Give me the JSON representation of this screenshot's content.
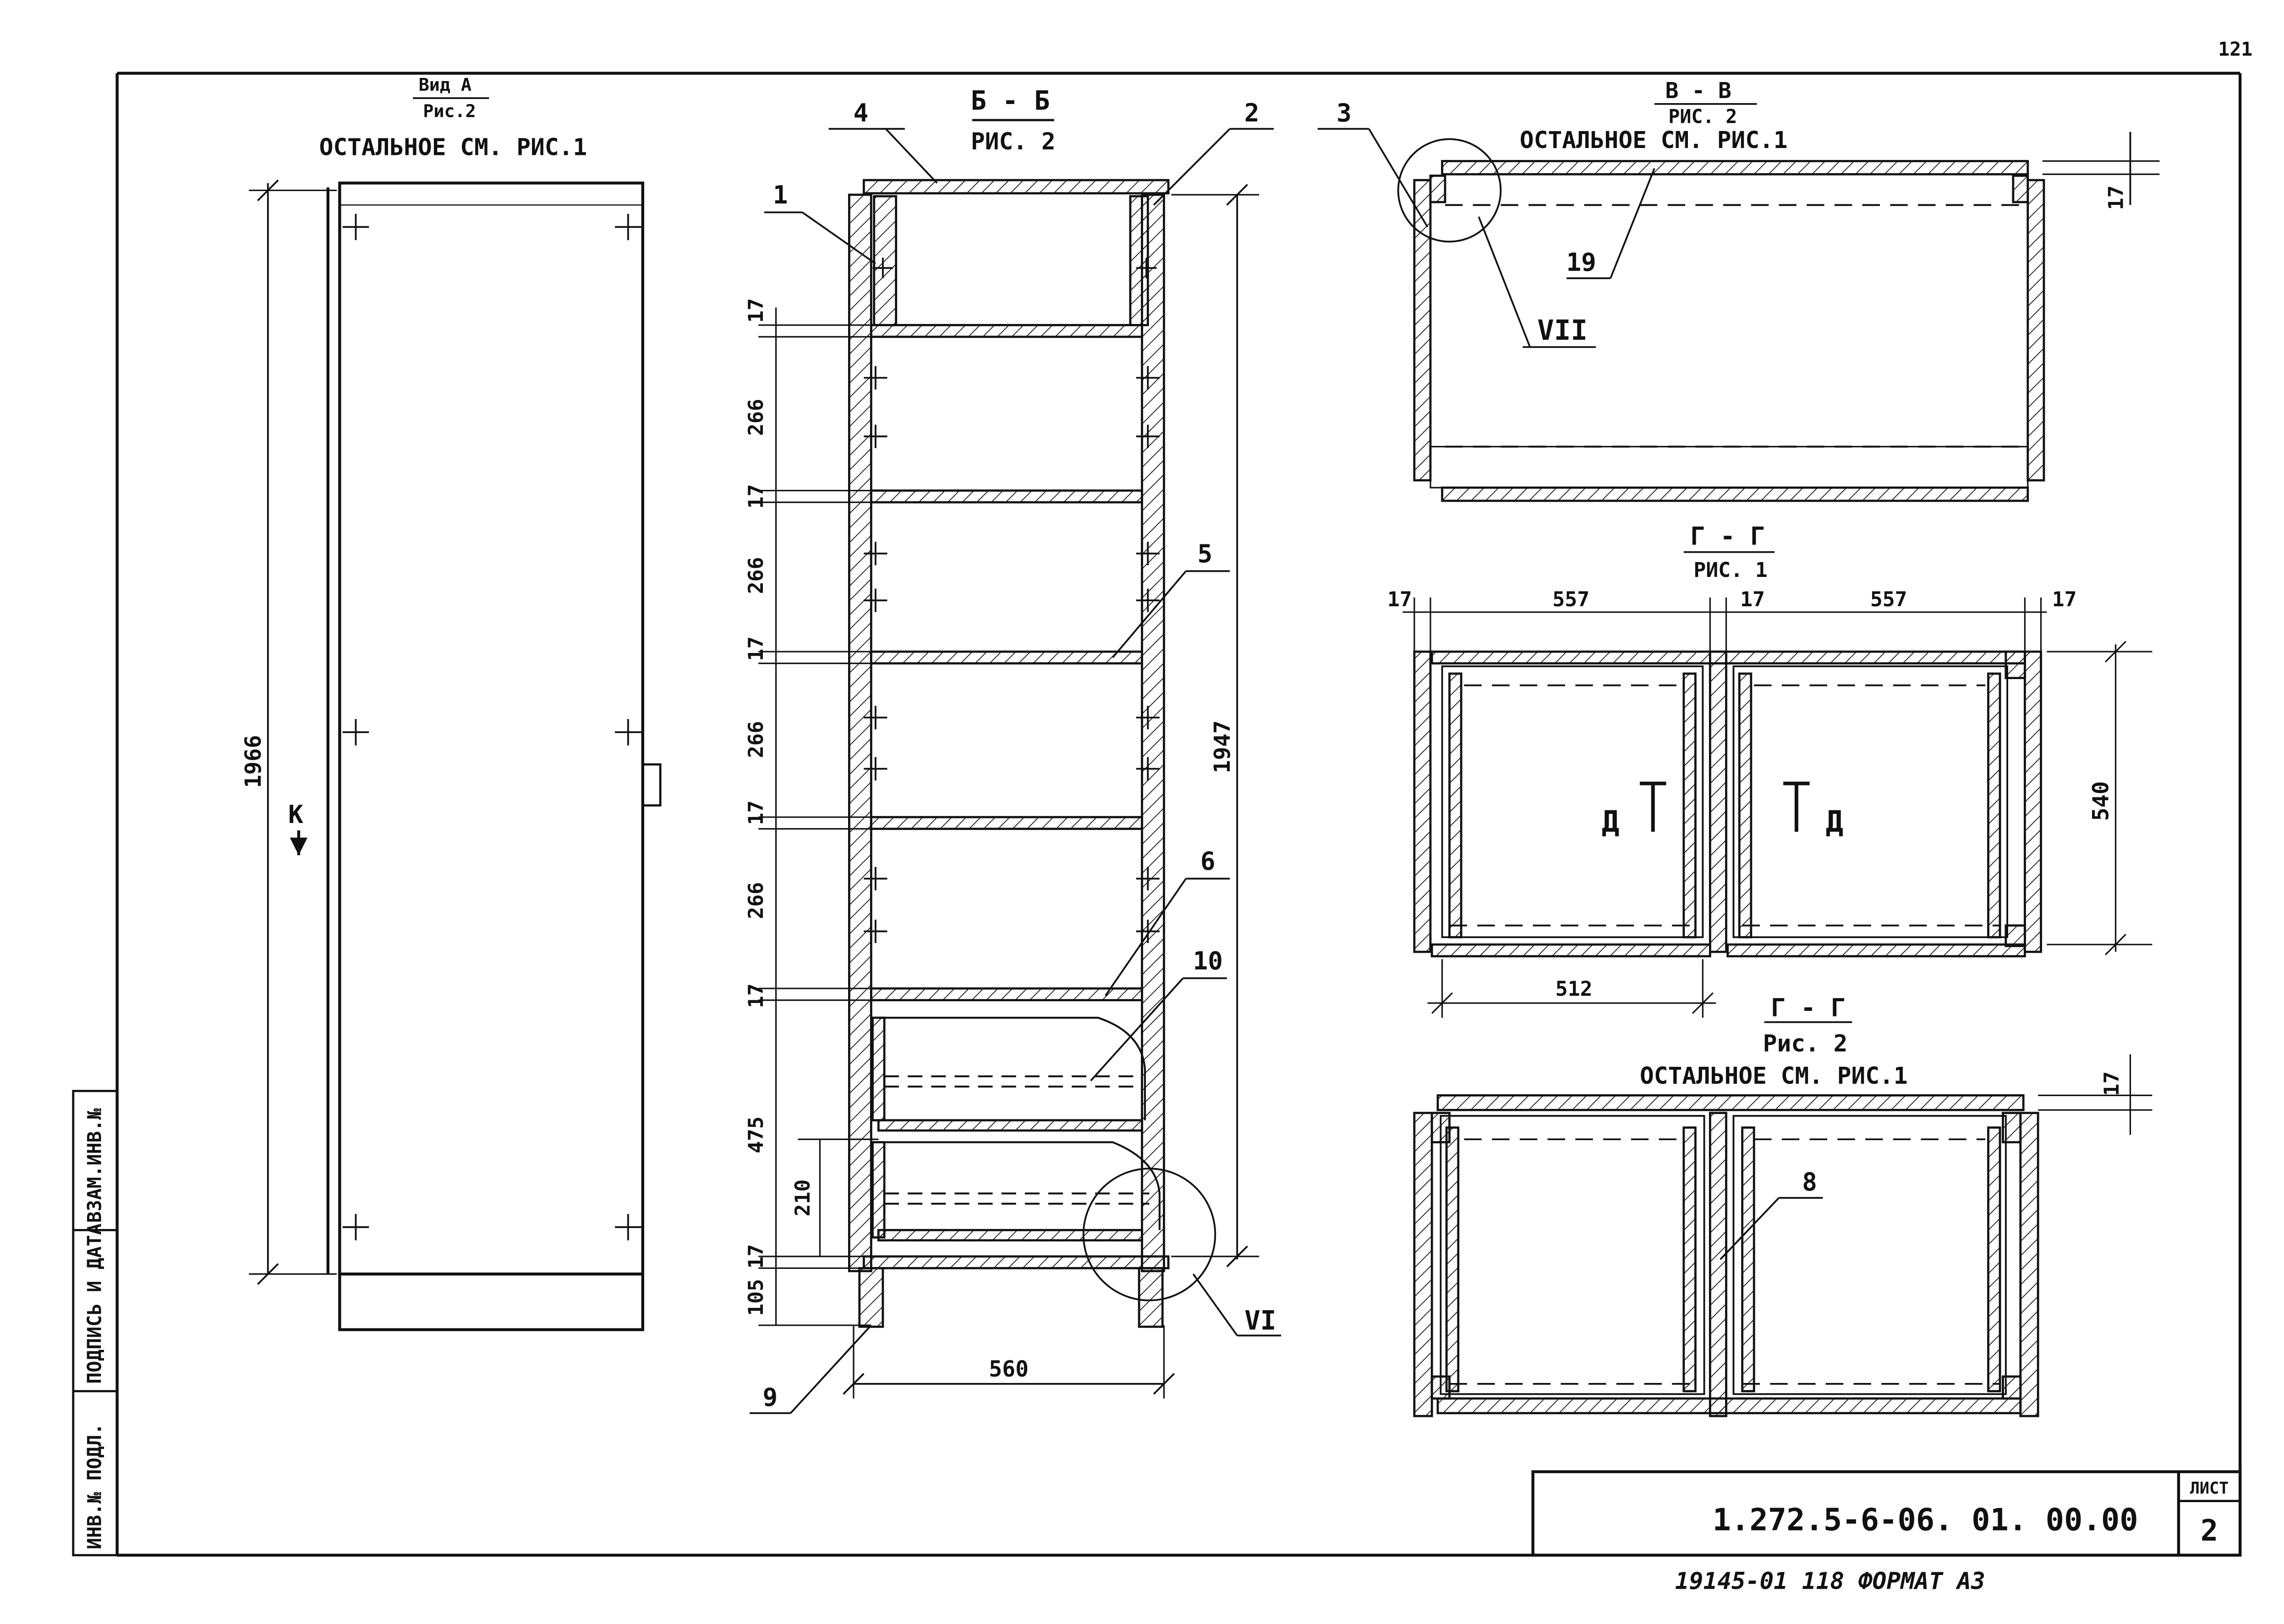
{
  "views": {
    "view_a": {
      "title": "Вид А",
      "ref": "Рис.2",
      "note": "ОСТАЛЬНОЕ СМ. РИС.1",
      "height_dim": "1966",
      "arrow_label": "К"
    },
    "section_bb": {
      "title": "Б - Б",
      "ref": "РИС. 2",
      "dims_vertical": [
        "17",
        "266",
        "17",
        "266",
        "17",
        "266",
        "17",
        "266",
        "17",
        "475",
        "210",
        "17",
        "105"
      ],
      "overall_height": "1947",
      "width_dim": "560",
      "detail": "VI"
    },
    "section_vv": {
      "title": "В - В",
      "ref": "РИС. 2",
      "note": "ОСТАЛЬНОЕ СМ. РИС.1",
      "dim_right": "17",
      "detail": "VII"
    },
    "section_gg_1": {
      "title": "Г - Г",
      "ref": "РИС. 1",
      "dims_top": [
        "17",
        "557",
        "17",
        "557",
        "17"
      ],
      "depth_dim": "540",
      "bottom_dim": "512",
      "cut_left": "Д",
      "cut_right": "Д"
    },
    "section_gg_2": {
      "title": "Г - Г",
      "ref": "Рис. 2",
      "note": "ОСТАЛЬНОЕ СМ. РИС.1",
      "dim_right": "17"
    }
  },
  "callouts": [
    "1",
    "2",
    "3",
    "4",
    "5",
    "6",
    "8",
    "9",
    "10",
    "19"
  ],
  "side_stamp": [
    "ВЗАМ.ИНВ.№",
    "ПОДПИСЬ И ДАТА",
    "ИНВ.№ ПОДЛ."
  ],
  "title_block": {
    "code": "1.272.5-6-06. 01. 00.00",
    "sheet_label": "ЛИСТ",
    "sheet_number": "2"
  },
  "footer": "19145-01  118  ФОРМАТ А3",
  "corner_mark": "121"
}
